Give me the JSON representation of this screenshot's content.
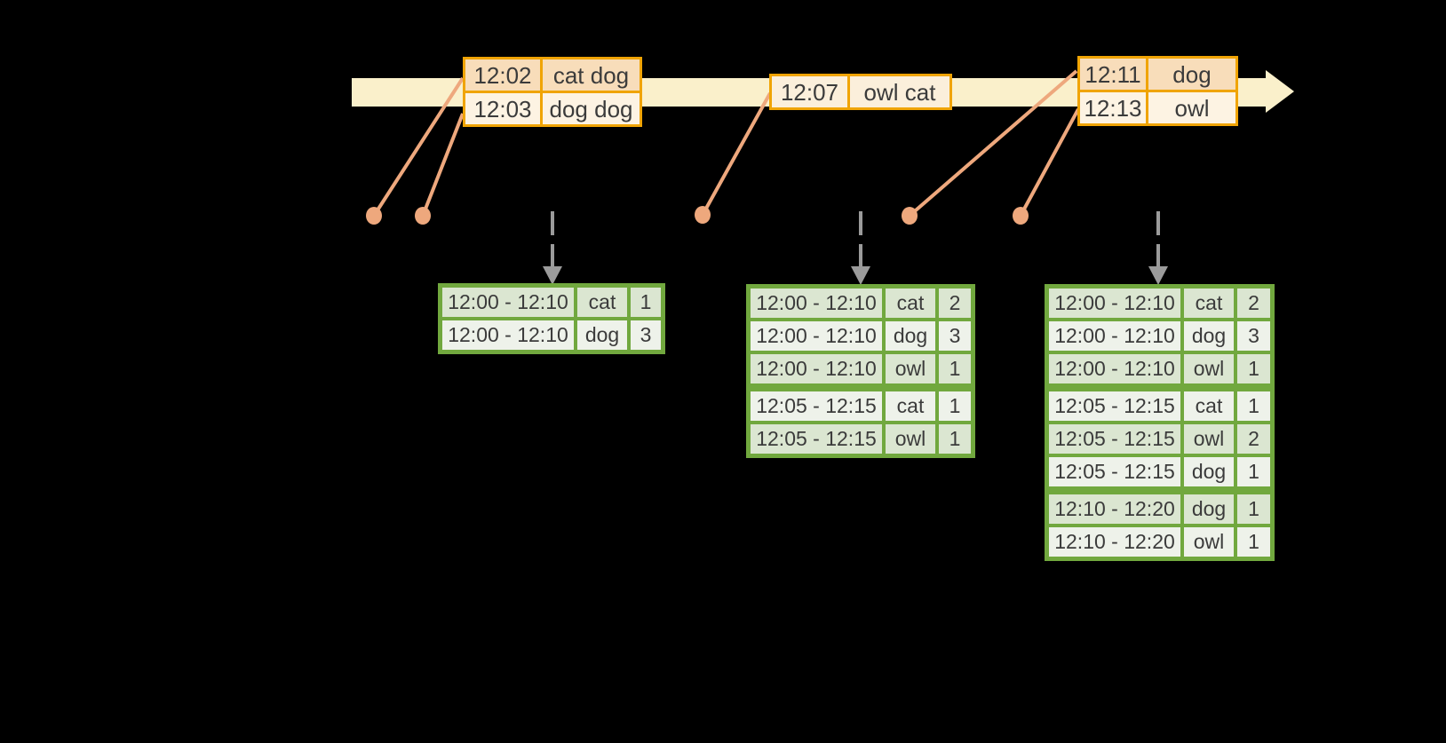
{
  "palette": {
    "background": "#000000",
    "timeline_fill": "#faf0cb",
    "event_border": "#f0a403",
    "event_row_tan": "#f8ddba",
    "event_row_cream": "#fdf3e3",
    "event_row_single": "#fbefdb",
    "connector": "#eea87d",
    "arrow_gray": "#9b9b9b",
    "result_border": "#71a83e",
    "result_row_green": "#dbe6d1",
    "result_row_white": "#eef2ea",
    "text": "#3b3b3b"
  },
  "event_tables": [
    {
      "rows": [
        {
          "time": "12:02",
          "words": "cat dog"
        },
        {
          "time": "12:03",
          "words": "dog dog"
        }
      ]
    },
    {
      "rows": [
        {
          "time": "12:07",
          "words": "owl cat"
        }
      ]
    },
    {
      "rows": [
        {
          "time": "12:11",
          "words": "dog"
        },
        {
          "time": "12:13",
          "words": "owl"
        }
      ]
    }
  ],
  "result_tables": [
    {
      "rows": [
        {
          "window": "12:00 - 12:10",
          "word": "cat",
          "count": "1"
        },
        {
          "window": "12:00 - 12:10",
          "word": "dog",
          "count": "3"
        }
      ]
    },
    {
      "rows": [
        {
          "window": "12:00 - 12:10",
          "word": "cat",
          "count": "2"
        },
        {
          "window": "12:00 - 12:10",
          "word": "dog",
          "count": "3"
        },
        {
          "window": "12:00 - 12:10",
          "word": "owl",
          "count": "1"
        },
        {
          "window": "12:05 - 12:15",
          "word": "cat",
          "count": "1"
        },
        {
          "window": "12:05 - 12:15",
          "word": "owl",
          "count": "1"
        }
      ]
    },
    {
      "rows": [
        {
          "window": "12:00 - 12:10",
          "word": "cat",
          "count": "2"
        },
        {
          "window": "12:00 - 12:10",
          "word": "dog",
          "count": "3"
        },
        {
          "window": "12:00 - 12:10",
          "word": "owl",
          "count": "1"
        },
        {
          "window": "12:05 - 12:15",
          "word": "cat",
          "count": "1"
        },
        {
          "window": "12:05 - 12:15",
          "word": "owl",
          "count": "2"
        },
        {
          "window": "12:05 - 12:15",
          "word": "dog",
          "count": "1"
        },
        {
          "window": "12:10 - 12:20",
          "word": "dog",
          "count": "1"
        },
        {
          "window": "12:10 - 12:20",
          "word": "owl",
          "count": "1"
        }
      ]
    }
  ]
}
